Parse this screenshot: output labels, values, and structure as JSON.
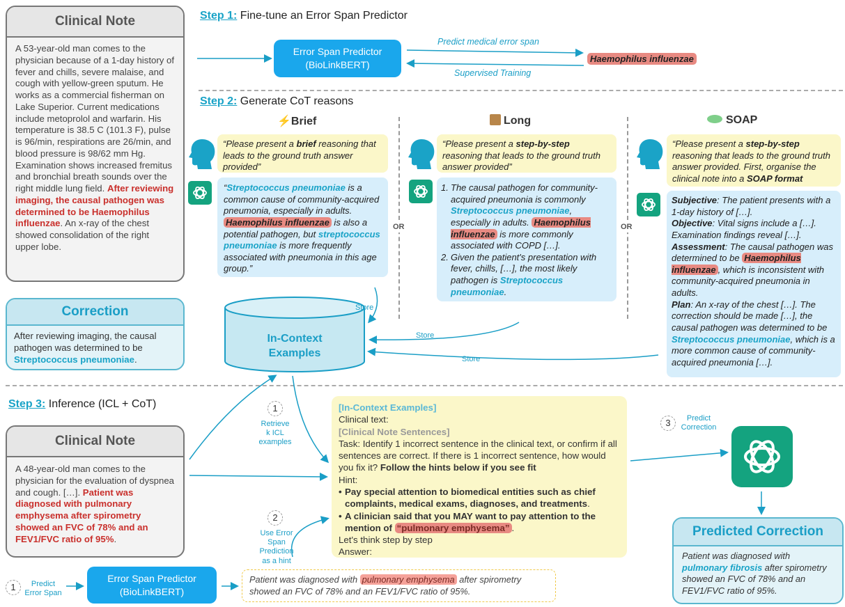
{
  "note1": {
    "title": "Clinical Note",
    "text_a": "A 53-year-old man comes to the physician because of a 1-day history of fever and chills, severe malaise, and cough with yellow-green sputum. He works as a commercial fisherman on Lake Superior. Current medications include metoprolol and warfarin. His temperature is 38.5 C (101.3 F), pulse is 96/min, respirations are 26/min, and blood pressure is 98/62 mm Hg. Examination shows increased fremitus and bronchial breath sounds over the right middle lung field. ",
    "text_red": "After reviewing imaging, the causal pathogen was determined to be Haemophilus influenzae",
    "text_b": ". An x-ray of the chest showed consolidation of the right upper lobe."
  },
  "correction": {
    "title": "Correction",
    "text_a": "After reviewing imaging, the causal pathogen was determined to be ",
    "text_teal": "Streptococcus pneumoniae",
    "text_b": "."
  },
  "step1": {
    "label": "Step 1:",
    "title": "Fine-tune an Error Span Predictor",
    "predictor_line1": "Error Span Predictor",
    "predictor_line2": "(BioLinkBERT)",
    "arrow_top": "Predict medical error span",
    "arrow_bottom": "Supervised Training",
    "span": "Haemophilus influenzae"
  },
  "step2": {
    "label": "Step 2:",
    "title": "Generate CoT reasons",
    "or": "OR",
    "store": "Store",
    "brief": {
      "title": "Brief",
      "prompt_a": "“Please present a ",
      "prompt_b": "brief",
      "prompt_c": " reasoning that leads to the ground truth answer provided”",
      "r1": "“",
      "r2": "Streptococcus pneumoniae",
      "r3": " is a common cause of community-acquired pneumonia, especially in adults. ",
      "r4": "Haemophilus influenzae",
      "r5": " is also a potential pathogen, but ",
      "r6": "streptococcus pneumoniae",
      "r7": " is more frequently associated with pneumonia in this age group.”"
    },
    "long": {
      "title": "Long",
      "prompt_a": "“Please present a ",
      "prompt_b": "step-by-step",
      "prompt_c": " reasoning that leads to the ground truth answer provided”",
      "i1_num": "1.",
      "i1_a": "The causal pathogen for community-acquired pneumonia is commonly ",
      "i1_b": "Streptococcus pneumoniae",
      "i1_c": ", especially in adults. ",
      "i1_d": "Haemophilus influenzae",
      "i1_e": " is more commonly associated with COPD […].",
      "i2_num": "2.",
      "i2_a": "Given the patient's presentation with fever, chills, […], the most likely pathogen is ",
      "i2_b": "Streptococcus pneumoniae",
      "i2_c": "."
    },
    "soap": {
      "title": "SOAP",
      "prompt_a": "“Please present a ",
      "prompt_b": "step-by-step",
      "prompt_c": " reasoning that leads to the ground truth answer provided. First, organise the clinical note into a ",
      "prompt_d": "SOAP format",
      "s_lbl": "Subjective",
      "s_txt": ": The patient presents with a 1-day history of […].",
      "o_lbl": "Objective",
      "o_txt": ": Vital signs include a […]. Examination findings reveal […].",
      "a_lbl": "Assessment",
      "a_txt1": ": The causal pathogen was determined to be ",
      "a_hl": "Haemophilus influenzae",
      "a_txt2": ", which is inconsistent with community-acquired pneumonia in adults.",
      "p_lbl": "Plan",
      "p_txt1": ": An x-ray of the chest […]. The correction should be made […], the causal pathogen was determined to be ",
      "p_teal": "Streptococcus pneumoniae",
      "p_txt2": ", which is a more common cause of community-acquired pneumonia […]."
    },
    "icl_line1": "In-Context",
    "icl_line2": "Examples"
  },
  "step3": {
    "label": "Step 3:",
    "title": "Inference (ICL + CoT)",
    "note_title": "Clinical Note",
    "note_a": "A 48-year-old man comes to the physician for the evaluation of dyspnea and cough. […]. ",
    "note_red": "Patient was diagnosed with pulmonary emphysema after spirometry showed an FVC of 78% and an FEV1/FVC ratio of 95%",
    "note_b": ".",
    "c1": "1",
    "c2": "2",
    "c3": "3",
    "retrieve_a": "Retrieve",
    "retrieve_b": "k ICL examples",
    "use_a": "Use Error",
    "use_b": "Span Prediction",
    "use_c": "as a hint",
    "predict_corr_a": "Predict",
    "predict_corr_b": "Correction",
    "predict_span_a": "Predict",
    "predict_span_b": "Error Span",
    "predictor_line1": "Error Span Predictor",
    "predictor_line2": "(BioLinkBERT)",
    "span_a": "Patient was diagnosed with ",
    "span_hl": "pulmonary emphysema",
    "span_b": " after spirometry showed an FVC of 78% and an FEV1/FVC ratio of 95%.",
    "prompt": {
      "icl": "[In-Context Examples]",
      "clinical_text": "Clinical text:",
      "sentences": "[Clinical Note Sentences]",
      "task_a": "Task: Identify 1 incorrect sentence in the clinical text, or confirm if all sentences are correct. If there is 1 incorrect sentence, how would you fix it? ",
      "task_b": "Follow the hints below if you see fit",
      "hint": "Hint:",
      "b1": "Pay special attention to biomedical entities such as chief complaints, medical exams, diagnoses, and treatments",
      "b1_end": ".",
      "b2_a": "A clinician said that you MAY want to pay attention to the mention of ",
      "b2_hl": "“pulmonary emphysema”",
      "b2_end": ".",
      "think": "Let's think step by step",
      "answer": "Answer:"
    },
    "predicted_title": "Predicted Correction",
    "pred_a": "Patient was diagnosed with ",
    "pred_teal": "pulmonary fibrosis",
    "pred_b": " after spirometry showed an FVC of 78% and an FEV1/FVC ratio of 95%."
  },
  "colors": {
    "accent": "#1aa3c7",
    "error": "#c9302c",
    "gpt": "#14a37f",
    "button": "#1aa7ec"
  }
}
